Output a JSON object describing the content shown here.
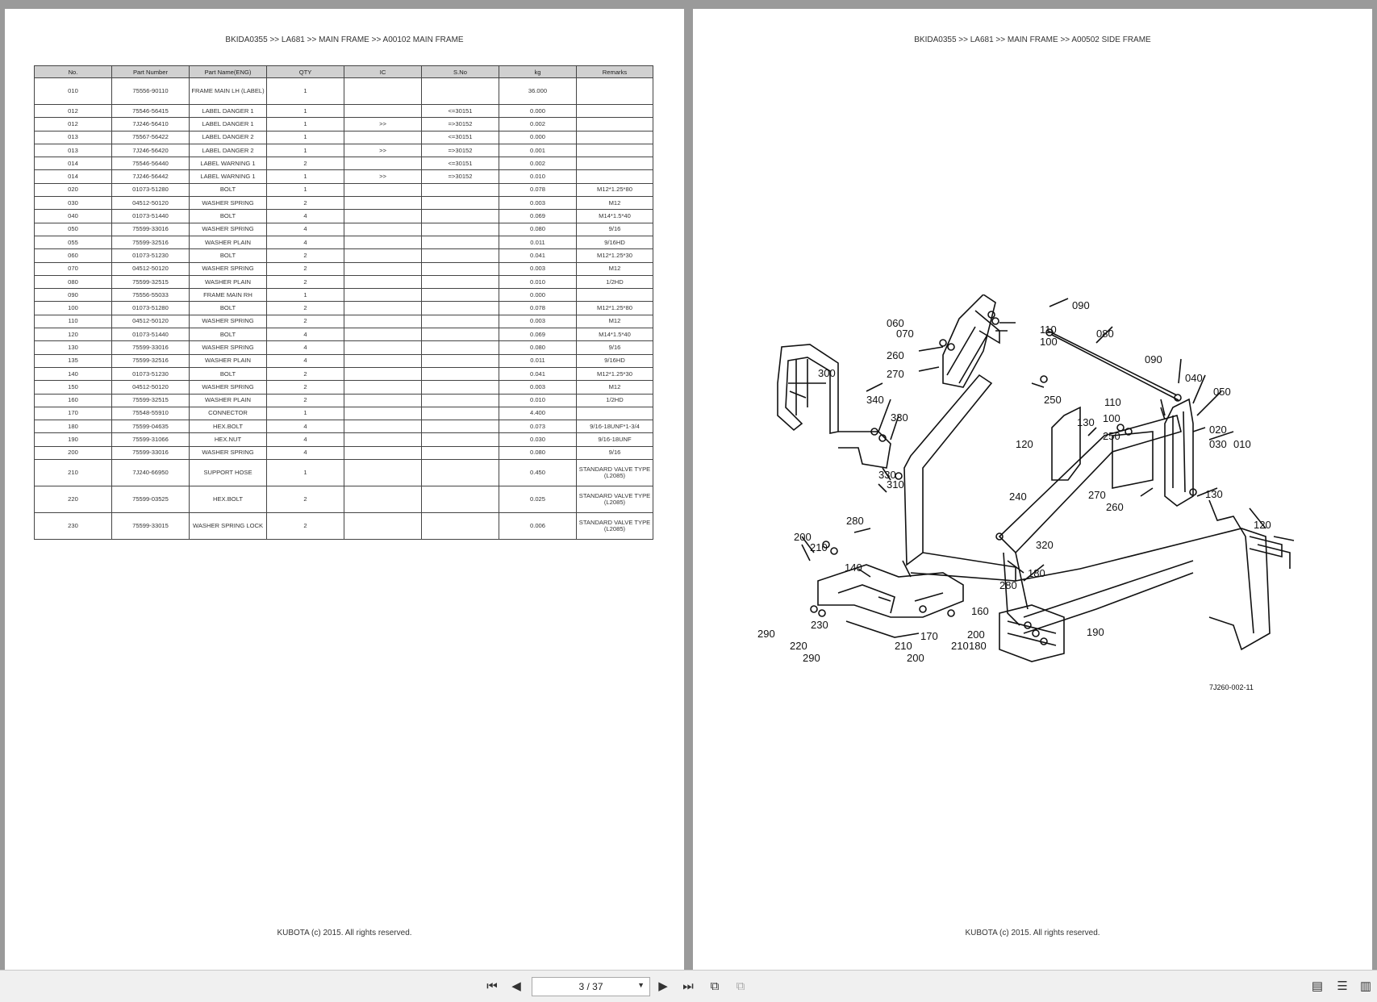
{
  "left_page": {
    "breadcrumb": "BKIDA0355 >> LA681 >> MAIN FRAME >> A00102   MAIN FRAME",
    "footer": "KUBOTA (c) 2015. All rights reserved.",
    "table": {
      "headers": [
        "No.",
        "Part Number",
        "Part Name(ENG)",
        "QTY",
        "IC",
        "S.No",
        "kg",
        "Remarks"
      ],
      "rows": [
        [
          "010",
          "75556-90110",
          "FRAME MAIN LH (LABEL)",
          "1",
          "",
          "",
          "36.000",
          ""
        ],
        [
          "012",
          "75546-56415",
          "LABEL DANGER 1",
          "1",
          "",
          "<=30151",
          "0.000",
          ""
        ],
        [
          "012",
          "7J246-56410",
          "LABEL DANGER 1",
          "1",
          ">>",
          "=>30152",
          "0.002",
          ""
        ],
        [
          "013",
          "75567-56422",
          "LABEL DANGER 2",
          "1",
          "",
          "<=30151",
          "0.000",
          ""
        ],
        [
          "013",
          "7J246-56420",
          "LABEL DANGER 2",
          "1",
          ">>",
          "=>30152",
          "0.001",
          ""
        ],
        [
          "014",
          "75546-56440",
          "LABEL WARNING 1",
          "2",
          "",
          "<=30151",
          "0.002",
          ""
        ],
        [
          "014",
          "7J246-56442",
          "LABEL WARNING 1",
          "1",
          ">>",
          "=>30152",
          "0.010",
          ""
        ],
        [
          "020",
          "01073-51280",
          "BOLT",
          "1",
          "",
          "",
          "0.078",
          "M12*1.25*80"
        ],
        [
          "030",
          "04512-50120",
          "WASHER SPRING",
          "2",
          "",
          "",
          "0.003",
          "M12"
        ],
        [
          "040",
          "01073-51440",
          "BOLT",
          "4",
          "",
          "",
          "0.069",
          "M14*1.5*40"
        ],
        [
          "050",
          "75599-33016",
          "WASHER SPRING",
          "4",
          "",
          "",
          "0.080",
          "9/16"
        ],
        [
          "055",
          "75599-32516",
          "WASHER PLAIN",
          "4",
          "",
          "",
          "0.011",
          "9/16HD"
        ],
        [
          "060",
          "01073-51230",
          "BOLT",
          "2",
          "",
          "",
          "0.041",
          "M12*1.25*30"
        ],
        [
          "070",
          "04512-50120",
          "WASHER SPRING",
          "2",
          "",
          "",
          "0.003",
          "M12"
        ],
        [
          "080",
          "75599-32515",
          "WASHER PLAIN",
          "2",
          "",
          "",
          "0.010",
          "1/2HD"
        ],
        [
          "090",
          "75556-55033",
          "FRAME MAIN RH",
          "1",
          "",
          "",
          "0.000",
          ""
        ],
        [
          "100",
          "01073-51280",
          "BOLT",
          "2",
          "",
          "",
          "0.078",
          "M12*1.25*80"
        ],
        [
          "110",
          "04512-50120",
          "WASHER SPRING",
          "2",
          "",
          "",
          "0.003",
          "M12"
        ],
        [
          "120",
          "01073-51440",
          "BOLT",
          "4",
          "",
          "",
          "0.069",
          "M14*1.5*40"
        ],
        [
          "130",
          "75599-33016",
          "WASHER SPRING",
          "4",
          "",
          "",
          "0.080",
          "9/16"
        ],
        [
          "135",
          "75599-32516",
          "WASHER PLAIN",
          "4",
          "",
          "",
          "0.011",
          "9/16HD"
        ],
        [
          "140",
          "01073-51230",
          "BOLT",
          "2",
          "",
          "",
          "0.041",
          "M12*1.25*30"
        ],
        [
          "150",
          "04512-50120",
          "WASHER SPRING",
          "2",
          "",
          "",
          "0.003",
          "M12"
        ],
        [
          "160",
          "75599-32515",
          "WASHER PLAIN",
          "2",
          "",
          "",
          "0.010",
          "1/2HD"
        ],
        [
          "170",
          "75548-55910",
          "CONNECTOR",
          "1",
          "",
          "",
          "4.400",
          ""
        ],
        [
          "180",
          "75599-04635",
          "HEX.BOLT",
          "4",
          "",
          "",
          "0.073",
          "9/16-18UNF*1-3/4"
        ],
        [
          "190",
          "75599-31066",
          "HEX.NUT",
          "4",
          "",
          "",
          "0.030",
          "9/16-18UNF"
        ],
        [
          "200",
          "75599-33016",
          "WASHER SPRING",
          "4",
          "",
          "",
          "0.080",
          "9/16"
        ],
        [
          "210",
          "7J240-66950",
          "SUPPORT HOSE",
          "1",
          "",
          "",
          "0.450",
          "STANDARD VALVE TYPE (L2085)"
        ],
        [
          "220",
          "75599-03525",
          "HEX.BOLT",
          "2",
          "",
          "",
          "0.025",
          "STANDARD VALVE TYPE (L2085)"
        ],
        [
          "230",
          "75599-33015",
          "WASHER SPRING LOCK",
          "2",
          "",
          "",
          "0.006",
          "STANDARD VALVE TYPE (L2085)"
        ]
      ]
    }
  },
  "right_page": {
    "breadcrumb": "BKIDA0355 >> LA681 >> MAIN FRAME >> A00502   SIDE FRAME",
    "footer": "KUBOTA (c) 2015. All rights reserved.",
    "diagram_id": "7J260-002-11",
    "callouts": [
      "090",
      "060",
      "070",
      "110",
      "100",
      "080",
      "260",
      "270",
      "090",
      "300",
      "040",
      "050",
      "340",
      "250",
      "110",
      "330",
      "100",
      "130",
      "020",
      "030",
      "010",
      "120",
      "250",
      "330",
      "310",
      "240",
      "270",
      "260",
      "130",
      "280",
      "120",
      "200",
      "210",
      "320",
      "140",
      "180",
      "280",
      "160",
      "230",
      "290",
      "200",
      "170",
      "210",
      "190",
      "220",
      "210",
      "180",
      "290",
      "200"
    ]
  },
  "toolbar": {
    "page_indicator": "3 / 37",
    "icons": [
      "first-page-icon",
      "prev-page-icon",
      "next-page-icon",
      "last-page-icon",
      "rotate-icon",
      "compare-icon",
      "single-page-icon",
      "continuous-icon",
      "two-page-icon"
    ]
  }
}
